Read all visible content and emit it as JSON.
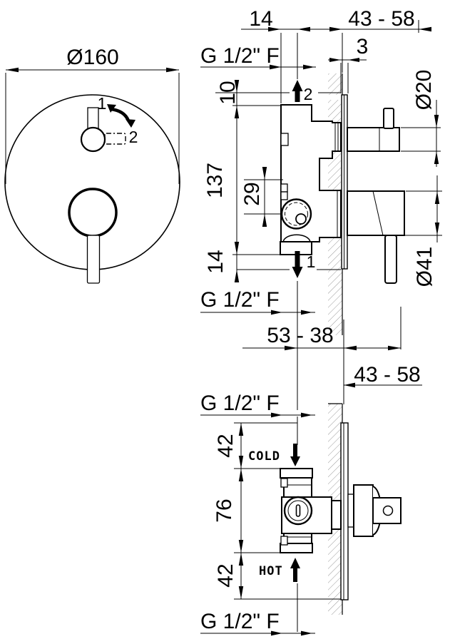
{
  "drawing": {
    "front_view": {
      "dim_diameter": "Ø160",
      "position_1": "1",
      "position_2": "2"
    },
    "side_view": {
      "dim_handle_offset": "14",
      "dim_depth_range": "43 - 58",
      "thread_top": "G 1/2\" F",
      "dim_plate_thickness": "3",
      "dim_top_port_offset": "10",
      "dim_knob_diameter": "Ø20",
      "outlet_2": "2",
      "dim_body_height": "137",
      "dim_valve_offset": "29",
      "dim_bottom_port_offset": "14",
      "dim_lever_diameter": "Ø41",
      "outlet_1": "1",
      "thread_bottom": "G 1/2\" F",
      "dim_outlet_depth_range": "53 - 38"
    },
    "plan_view": {
      "dim_depth_range": "43 - 58",
      "thread_cold": "G 1/2\" F",
      "dim_cold_offset": "42",
      "cold_label": "COLD",
      "dim_body_width": "76",
      "hot_label": "HOT",
      "dim_hot_offset": "42",
      "thread_hot": "G 1/2\" F"
    }
  }
}
